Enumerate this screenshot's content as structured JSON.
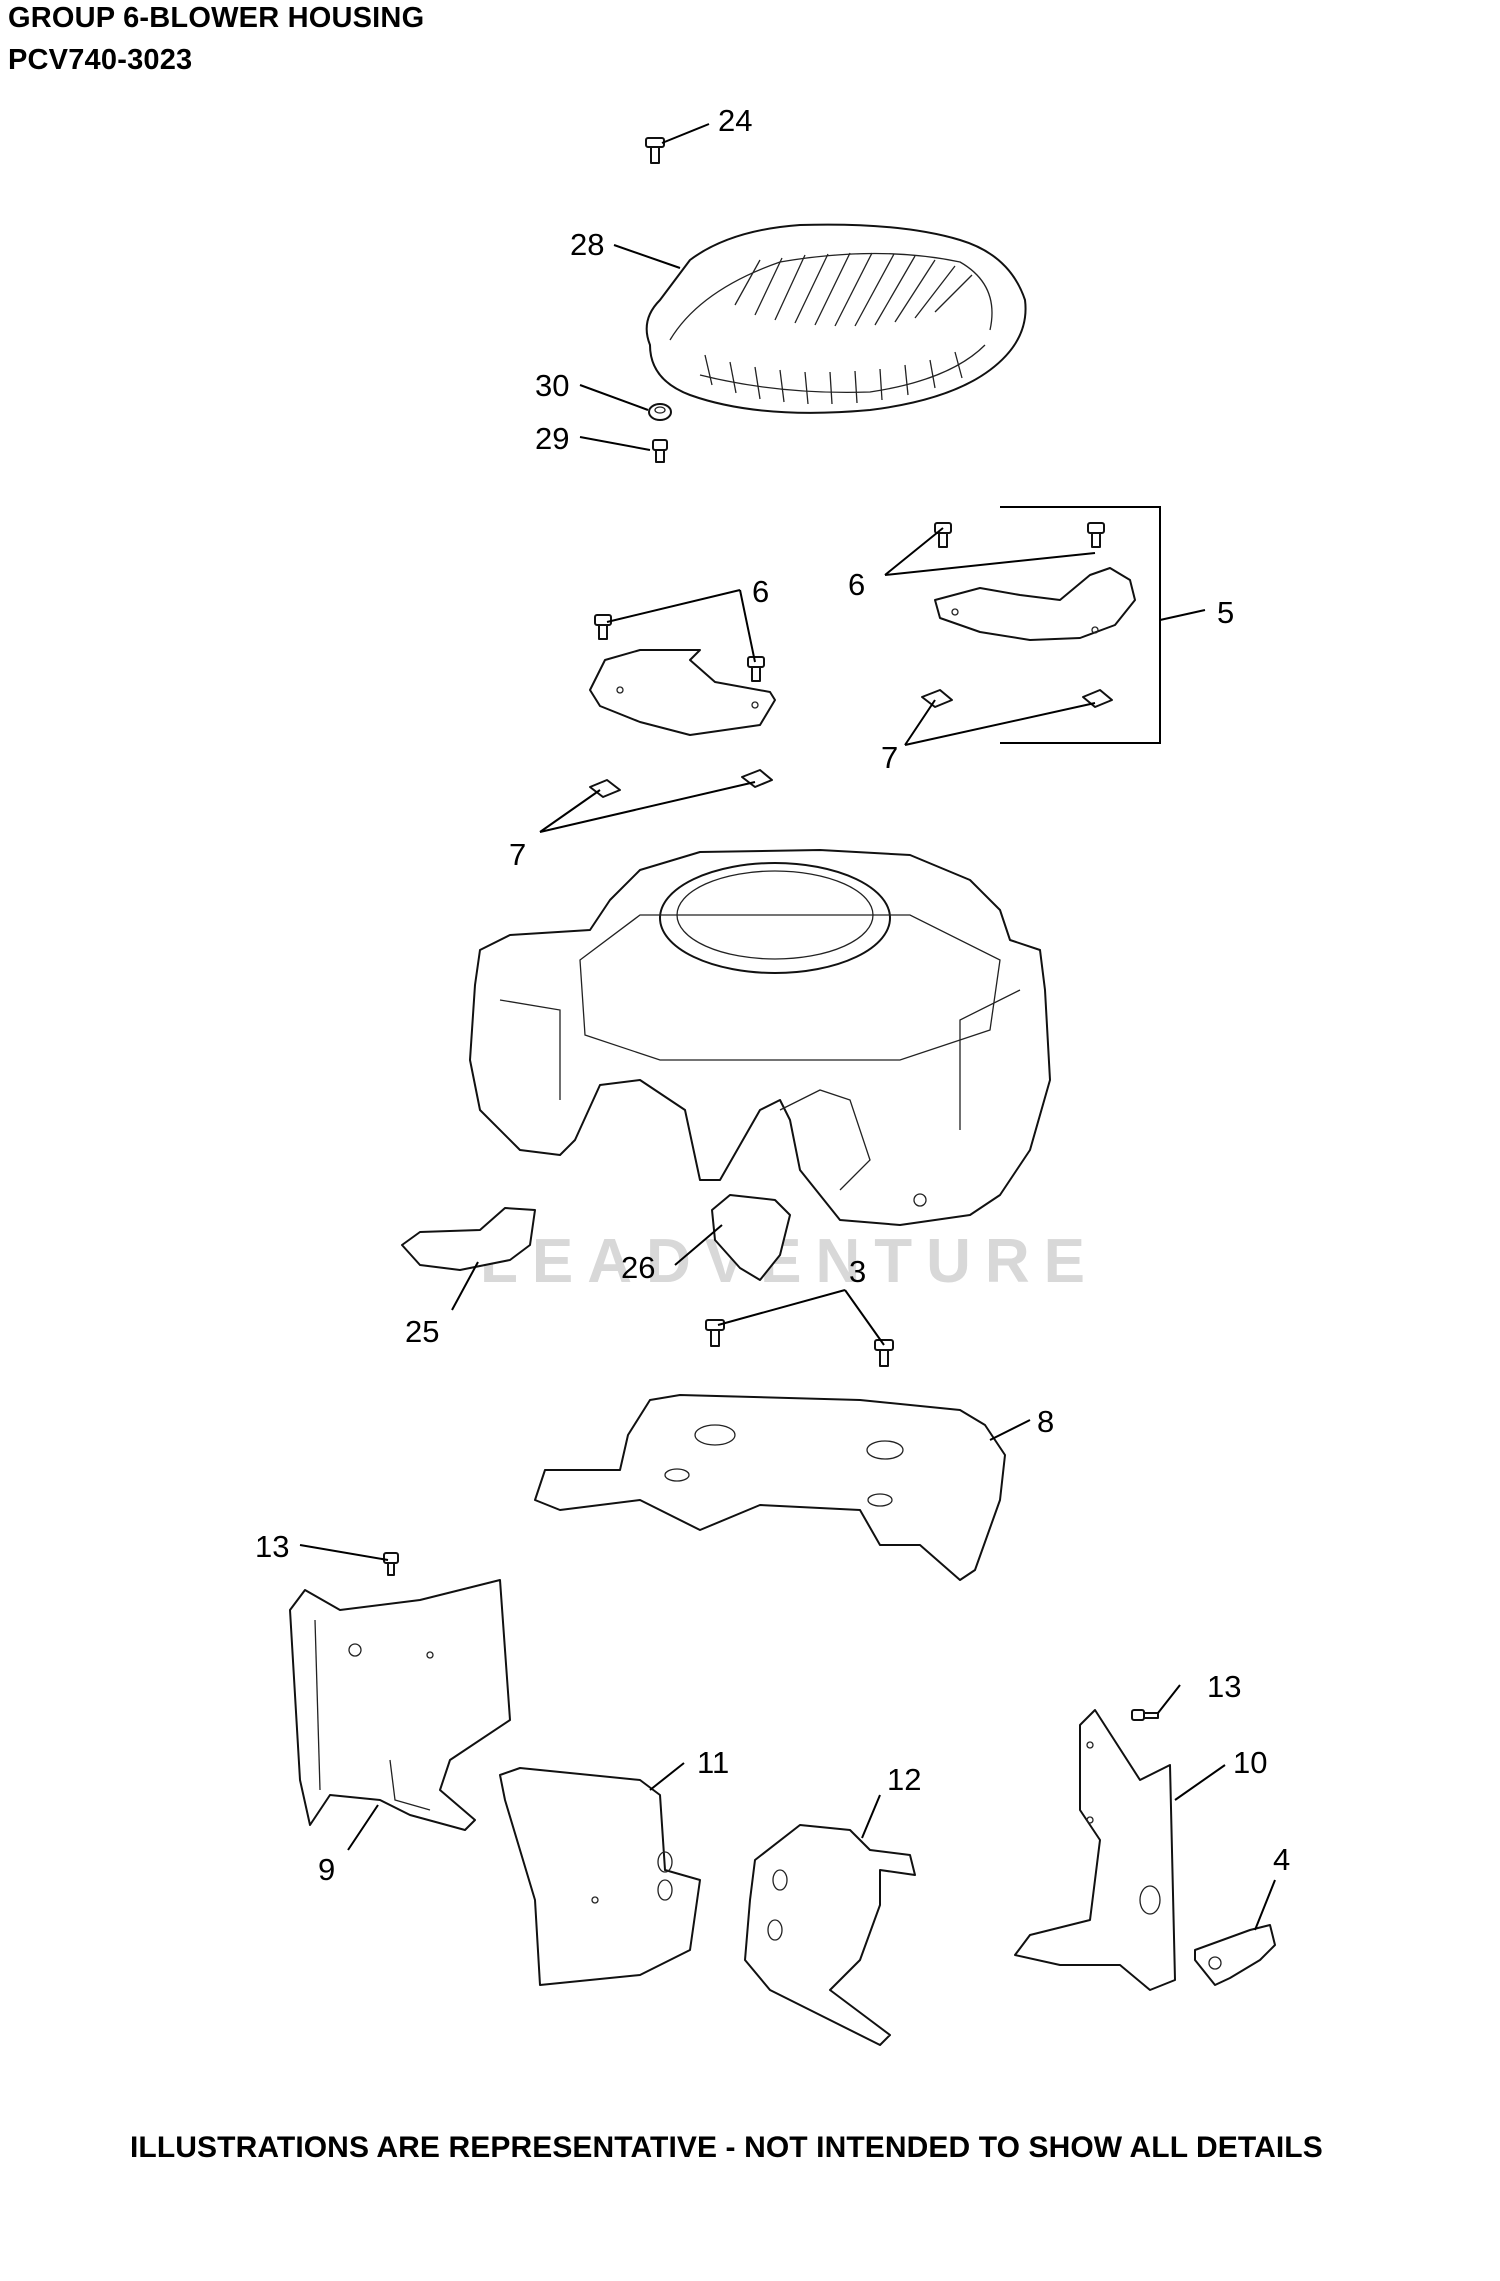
{
  "header": {
    "title": "GROUP 6-BLOWER HOUSING",
    "model": "PCV740-3023"
  },
  "footer": {
    "disclaimer": "ILLUSTRATIONS ARE REPRESENTATIVE - NOT INTENDED TO SHOW ALL DETAILS"
  },
  "watermark": "LEADVENTURE",
  "callouts": {
    "c24": "24",
    "c28": "28",
    "c30": "30",
    "c29": "29",
    "c6a": "6",
    "c6b": "6",
    "c5": "5",
    "c7a": "7",
    "c7b": "7",
    "c26": "26",
    "c3": "3",
    "c25": "25",
    "c8": "8",
    "c13a": "13",
    "c13b": "13",
    "c9": "9",
    "c11": "11",
    "c12": "12",
    "c10": "10",
    "c4": "4"
  }
}
